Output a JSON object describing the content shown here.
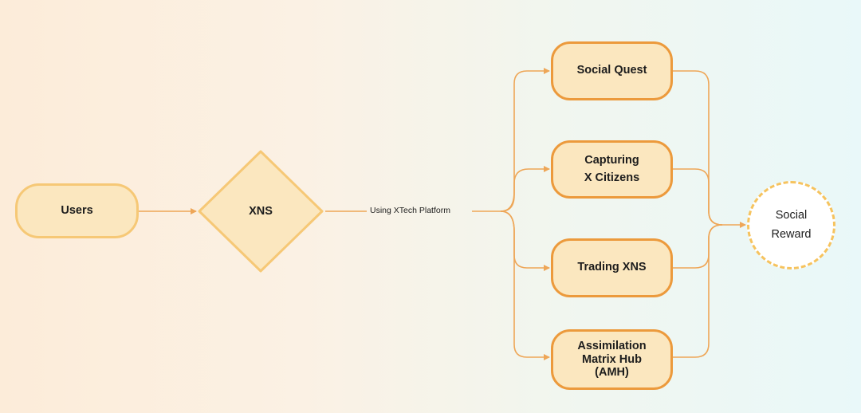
{
  "diagram": {
    "users_label": "Users",
    "xns_label": "XNS",
    "connector_label": "Using XTech Platform",
    "steps": [
      {
        "label": "Social Quest"
      },
      {
        "label": "Capturing\nX Citizens"
      },
      {
        "label": "Trading XNS"
      },
      {
        "label": "Assimilation\nMatrix Hub\n(AMH)"
      }
    ],
    "reward_label": "Social\nReward"
  },
  "colors": {
    "node_fill": "#fbe7bf",
    "light_border": "#f6c876",
    "orange_border": "#ec9a3c",
    "connector": "#eea657",
    "reward_border": "#f6c35e"
  }
}
